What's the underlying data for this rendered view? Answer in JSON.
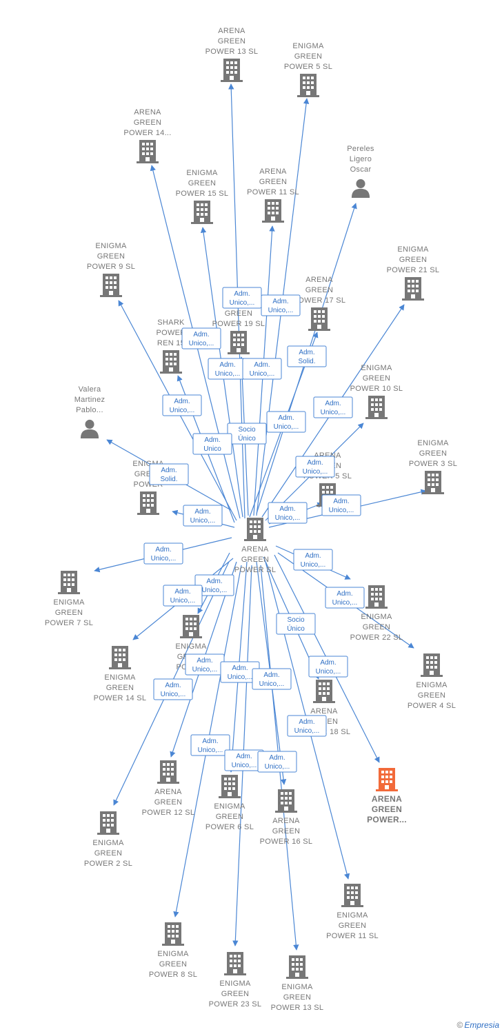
{
  "colors": {
    "edge": "#4a86d4",
    "node": "#777777",
    "highlight": "#f26a3a",
    "label_border": "#4a86d4"
  },
  "center": {
    "id": "c",
    "lines": [
      "ARENA",
      "GREEN",
      "POWER  SL"
    ]
  },
  "nodes": [
    {
      "id": "n1",
      "type": "company",
      "lines": [
        "ARENA",
        "GREEN",
        "POWER 13  SL"
      ]
    },
    {
      "id": "n2",
      "type": "company",
      "lines": [
        "ENIGMA",
        "GREEN",
        "POWER 5  SL"
      ]
    },
    {
      "id": "n3",
      "type": "company",
      "lines": [
        "ARENA",
        "GREEN",
        "POWER 14..."
      ]
    },
    {
      "id": "n4",
      "type": "person",
      "lines": [
        "Pereles",
        "Ligero",
        "Oscar"
      ]
    },
    {
      "id": "n5",
      "type": "company",
      "lines": [
        "ENIGMA",
        "GREEN",
        "POWER 15  SL"
      ]
    },
    {
      "id": "n6",
      "type": "company",
      "lines": [
        "ARENA",
        "GREEN",
        "POWER 11  SL"
      ]
    },
    {
      "id": "n7",
      "type": "company",
      "lines": [
        "ENIGMA",
        "GREEN",
        "POWER 9  SL"
      ]
    },
    {
      "id": "n8",
      "type": "company",
      "lines": [
        "ENIGMA",
        "GREEN",
        "POWER 21  SL"
      ]
    },
    {
      "id": "n9",
      "type": "company",
      "lines": [
        "ARENA",
        "GREEN",
        "POWER 17  SL"
      ]
    },
    {
      "id": "n10",
      "type": "company",
      "lines": [
        "ENIGMA",
        "GREEN",
        "POWER 19  SL"
      ]
    },
    {
      "id": "n11",
      "type": "company",
      "lines": [
        "SHARK",
        "POWER",
        "REN 15"
      ]
    },
    {
      "id": "n12",
      "type": "company",
      "lines": [
        "ENIGMA",
        "GREEN",
        "POWER 10  SL"
      ]
    },
    {
      "id": "n13",
      "type": "person",
      "lines": [
        "Valera",
        "Martinez",
        "Pablo..."
      ]
    },
    {
      "id": "n14",
      "type": "company",
      "lines": [
        "ENIGMA",
        "GREEN",
        "POWER 3  SL"
      ]
    },
    {
      "id": "n15",
      "type": "company",
      "lines": [
        "ENIGMA",
        "GREEN",
        "POWER"
      ]
    },
    {
      "id": "n16",
      "type": "company",
      "lines": [
        "ARENA",
        "GREEN",
        "POWER 5  SL"
      ]
    },
    {
      "id": "n17",
      "type": "company",
      "lines": [
        "ENIGMA",
        "GREEN",
        "POWER 7  SL"
      ]
    },
    {
      "id": "n18",
      "type": "company",
      "lines": [
        "ENIGMA",
        "GREEN",
        "POWER 22  SL"
      ]
    },
    {
      "id": "n19",
      "type": "company",
      "lines": [
        "ENIGMA",
        "GREEN",
        "POWER"
      ]
    },
    {
      "id": "n20",
      "type": "company",
      "lines": [
        "ENIGMA",
        "GREEN",
        "POWER 14  SL"
      ]
    },
    {
      "id": "n21",
      "type": "company",
      "lines": [
        "ENIGMA",
        "GREEN",
        "POWER 4  SL"
      ]
    },
    {
      "id": "n22",
      "type": "company",
      "lines": [
        "ARENA",
        "GREEN",
        "POWER 18  SL"
      ]
    },
    {
      "id": "n23",
      "type": "company",
      "lines": [
        "ARENA",
        "GREEN",
        "POWER 12  SL"
      ]
    },
    {
      "id": "n24",
      "type": "company",
      "lines": [
        "ENIGMA",
        "GREEN",
        "POWER 6  SL"
      ]
    },
    {
      "id": "n25",
      "type": "company",
      "lines": [
        "ARENA",
        "GREEN",
        "POWER 16  SL"
      ]
    },
    {
      "id": "n26",
      "type": "company",
      "highlight": true,
      "lines": [
        "ARENA",
        "GREEN",
        "POWER..."
      ]
    },
    {
      "id": "n27",
      "type": "company",
      "lines": [
        "ENIGMA",
        "GREEN",
        "POWER 2  SL"
      ]
    },
    {
      "id": "n28",
      "type": "company",
      "lines": [
        "ENIGMA",
        "GREEN",
        "POWER 11  SL"
      ]
    },
    {
      "id": "n29",
      "type": "company",
      "lines": [
        "ENIGMA",
        "GREEN",
        "POWER 8  SL"
      ]
    },
    {
      "id": "n30",
      "type": "company",
      "lines": [
        "ENIGMA",
        "GREEN",
        "POWER 23  SL"
      ]
    },
    {
      "id": "n31",
      "type": "company",
      "lines": [
        "ENIGMA",
        "GREEN",
        "POWER 13  SL"
      ]
    }
  ],
  "edges": [
    {
      "to": "n1",
      "label": [
        "Adm.",
        "Unico,..."
      ]
    },
    {
      "to": "n2",
      "label": [
        "Adm.",
        "Unico,..."
      ]
    },
    {
      "to": "n3",
      "label": [
        "Adm.",
        "Unico,..."
      ]
    },
    {
      "to": "n4",
      "label": [
        "Adm.",
        "Solid."
      ]
    },
    {
      "to": "n5",
      "label": [
        "Adm.",
        "Unico,..."
      ]
    },
    {
      "to": "n6",
      "label": [
        "Adm.",
        "Unico,..."
      ]
    },
    {
      "to": "n7",
      "label": [
        "Adm.",
        "Unico,..."
      ]
    },
    {
      "to": "n8",
      "label": [
        "Adm.",
        "Unico,..."
      ]
    },
    {
      "to": "n9",
      "label": [
        "Socio",
        "Único"
      ]
    },
    {
      "to": "n10",
      "label": [
        "Adm.",
        "Unico,..."
      ]
    },
    {
      "to": "n11",
      "label": [
        "Adm.",
        "Unico"
      ]
    },
    {
      "to": "n12",
      "label": [
        "Adm.",
        "Unico,..."
      ]
    },
    {
      "to": "n13",
      "label": [
        "Adm.",
        "Solid."
      ]
    },
    {
      "to": "n14",
      "label": [
        "Adm.",
        "Unico,..."
      ]
    },
    {
      "to": "n15",
      "label": [
        "Adm.",
        "Unico,..."
      ]
    },
    {
      "to": "n16",
      "label": [
        "Adm.",
        "Unico,..."
      ]
    },
    {
      "to": "n17",
      "label": [
        "Adm.",
        "Unico,..."
      ]
    },
    {
      "to": "n18",
      "label": [
        "Adm.",
        "Unico,..."
      ]
    },
    {
      "to": "n19",
      "label": [
        "Adm.",
        "Unico,..."
      ]
    },
    {
      "to": "n20",
      "label": [
        "Adm.",
        "Unico,..."
      ]
    },
    {
      "to": "n21",
      "label": [
        "Adm.",
        "Unico,..."
      ]
    },
    {
      "to": "n22",
      "label": [
        "Socio",
        "Único"
      ]
    },
    {
      "to": "n23",
      "label": [
        "Adm.",
        "Unico,..."
      ]
    },
    {
      "to": "n24",
      "label": [
        "Adm.",
        "Unico,..."
      ]
    },
    {
      "to": "n25",
      "label": [
        "Adm.",
        "Unico,..."
      ]
    },
    {
      "to": "n26",
      "label": [
        "Adm.",
        "Unico,..."
      ]
    },
    {
      "to": "n27",
      "label": [
        "Adm.",
        "Unico,..."
      ]
    },
    {
      "to": "n28",
      "label": [
        "Adm.",
        "Unico,..."
      ]
    },
    {
      "to": "n29",
      "label": [
        "Adm.",
        "Unico,..."
      ]
    },
    {
      "to": "n30",
      "label": [
        "Adm.",
        "Unico,..."
      ]
    },
    {
      "to": "n31",
      "label": [
        "Adm.",
        "Unico,..."
      ]
    }
  ],
  "footer": {
    "copyright": "©",
    "brand": "Empresia"
  }
}
